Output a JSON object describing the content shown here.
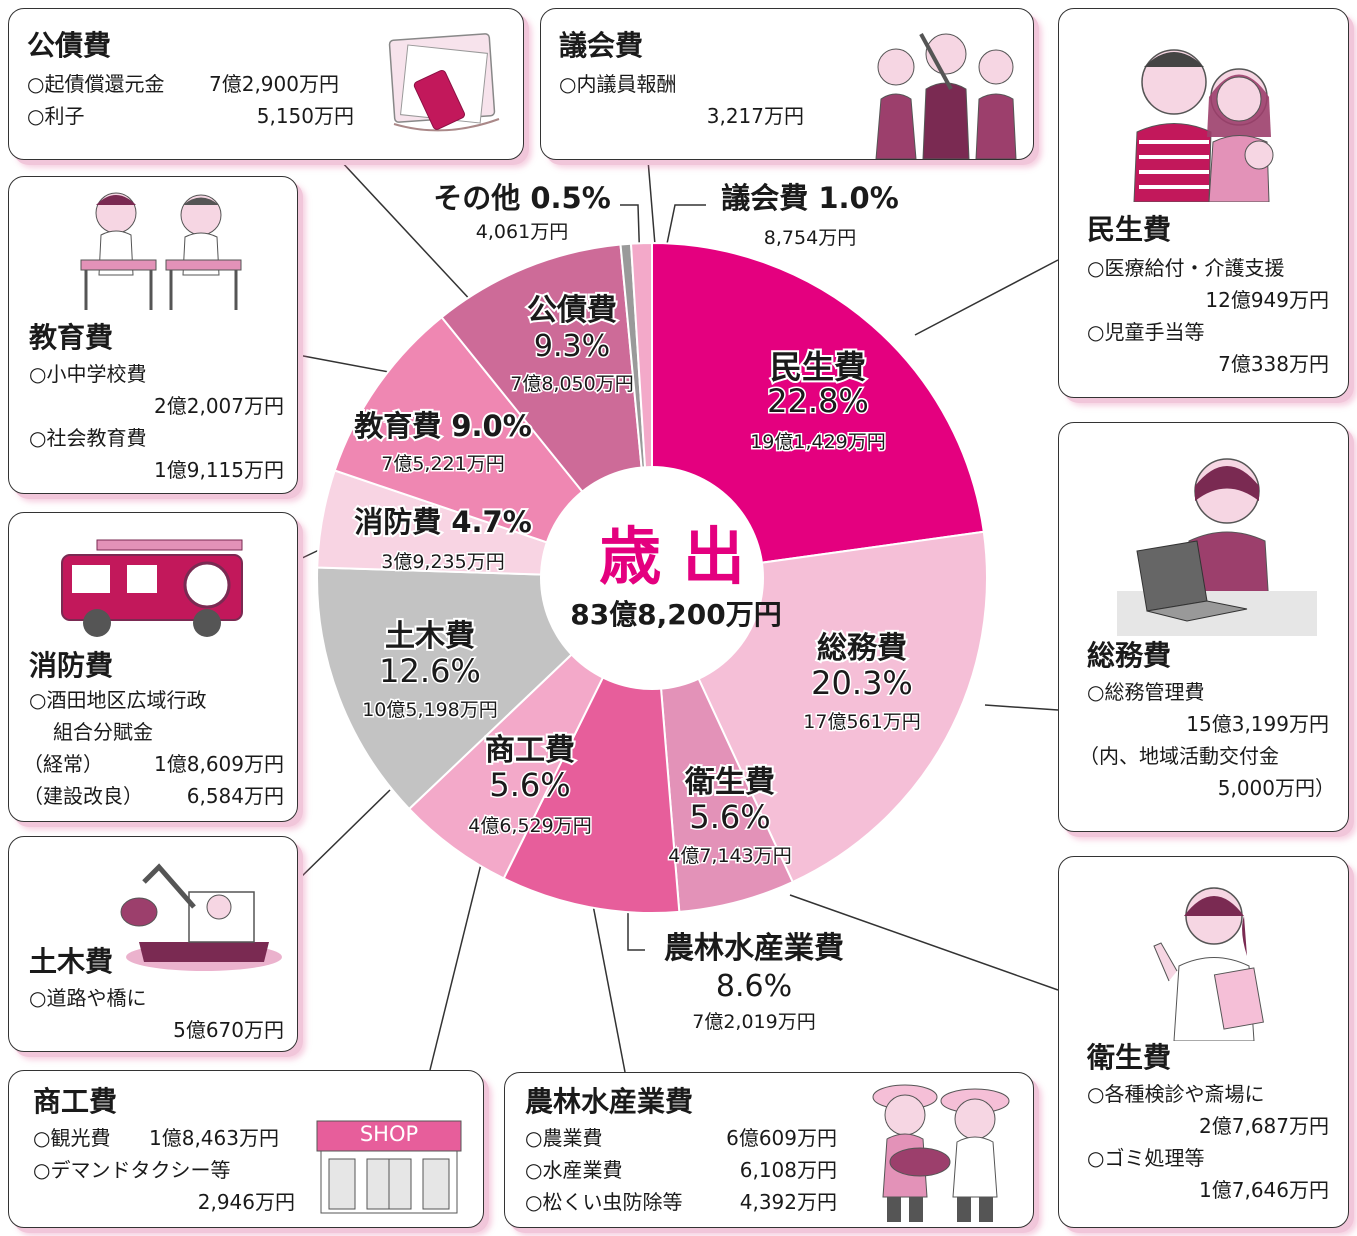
{
  "chart_data": {
    "type": "pie",
    "variant": "donut",
    "center_title": "歳 出",
    "center_total": "83億8,200万円",
    "slices": [
      {
        "name": "民生費",
        "percent": 22.8,
        "percent_label": "22.8%",
        "amount": "19億1,429万円",
        "color": "#e4007f"
      },
      {
        "name": "総務費",
        "percent": 20.3,
        "percent_label": "20.3%",
        "amount": "17億561万円",
        "color": "#f5bfd7"
      },
      {
        "name": "衛生費",
        "percent": 5.6,
        "percent_label": "5.6%",
        "amount": "4億7,143万円",
        "color": "#e392b8"
      },
      {
        "name": "農林水産業費",
        "percent": 8.6,
        "percent_label": "8.6%",
        "amount": "7億2,019万円",
        "color": "#e75e9b"
      },
      {
        "name": "商工費",
        "percent": 5.6,
        "percent_label": "5.6%",
        "amount": "4億6,529万円",
        "color": "#f3a9c9"
      },
      {
        "name": "土木費",
        "percent": 12.6,
        "percent_label": "12.6%",
        "amount": "10億5,198万円",
        "color": "#c3c3c3"
      },
      {
        "name": "消防費",
        "percent": 4.7,
        "percent_label": "4.7%",
        "amount": "3億9,235万円",
        "color": "#f8d4e3"
      },
      {
        "name": "教育費",
        "percent": 9.0,
        "percent_label": "9.0%",
        "amount": "7億5,221万円",
        "color": "#ef87b2"
      },
      {
        "name": "公債費",
        "percent": 9.3,
        "percent_label": "9.3%",
        "amount": "7億8,050万円",
        "color": "#cd6b98"
      },
      {
        "name": "その他",
        "percent": 0.5,
        "percent_label": "0.5%",
        "amount": "4,061万円",
        "color": "#9a9a9a"
      },
      {
        "name": "議会費",
        "percent": 1.0,
        "percent_label": "1.0%",
        "amount": "8,754万円",
        "color": "#f3a9c9"
      }
    ]
  },
  "boxes": {
    "kousai": {
      "title": "公債費",
      "lines": [
        [
          "○起債償還元金",
          "7億2,900万円"
        ],
        [
          "○利子",
          "5,150万円"
        ]
      ]
    },
    "gikai": {
      "title": "議会費",
      "lines": [
        "○内議員報酬",
        "3,217万円"
      ]
    },
    "minsei": {
      "title": "民生費",
      "lines": [
        "○医療給付・介護支援",
        "12億949万円",
        "○児童手当等",
        "7億338万円"
      ]
    },
    "kyouiku": {
      "title": "教育費",
      "lines": [
        "○小中学校費",
        "2億2,007万円",
        "○社会教育費",
        "1億9,115万円"
      ]
    },
    "shoubou": {
      "title": "消防費",
      "lines": [
        "○酒田地区広域行政",
        "組合分賦金",
        "（経常）",
        "1億8,609万円",
        "（建設改良）",
        "6,584万円"
      ]
    },
    "soumu": {
      "title": "総務費",
      "lines": [
        "○総務管理費",
        "15億3,199万円",
        "（内、地域活動交付金",
        "5,000万円）"
      ]
    },
    "doboku": {
      "title": "土木費",
      "lines": [
        "○道路や橋に",
        "5億670万円"
      ]
    },
    "eisei": {
      "title": "衛生費",
      "lines": [
        "○各種検診や斎場に",
        "2億7,687万円",
        "○ゴミ処理等",
        "1億7,646万円"
      ]
    },
    "shoukou": {
      "title": "商工費",
      "lines": [
        "○観光費",
        "1億8,463万円",
        "○デマンドタクシー等",
        "2,946万円"
      ],
      "shop": "SHOP"
    },
    "nourin": {
      "title": "農林水産業費",
      "lines": [
        [
          "○農業費",
          "6億609万円"
        ],
        [
          "○水産業費",
          "6,108万円"
        ],
        [
          "○松くい虫防除等",
          "4,392万円"
        ]
      ]
    }
  },
  "colors": {
    "accent": "#e4007f",
    "shadow": "#f1c6da",
    "border": "#333333"
  }
}
